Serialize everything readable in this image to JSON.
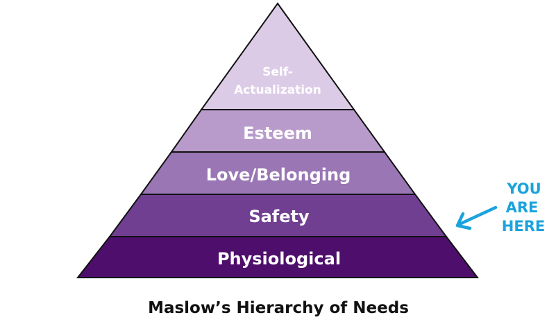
{
  "tiers": [
    {
      "lines": [
        "Self-",
        "Actualization"
      ],
      "color": "#dccbe6"
    },
    {
      "lines": [
        "Esteem"
      ],
      "color": "#b99bcb"
    },
    {
      "lines": [
        "Love/Belonging"
      ],
      "color": "#9a76b4"
    },
    {
      "lines": [
        "Safety"
      ],
      "color": "#713f92"
    },
    {
      "lines": [
        "Physiological"
      ],
      "color": "#4e0e6b"
    }
  ],
  "callout": {
    "lines": [
      "YOU",
      "ARE",
      "HERE"
    ],
    "color": "#1aa3dc",
    "points_to": "Safety"
  },
  "caption": "Maslow’s Hierarchy of Needs",
  "colors": {
    "outline": "#111111",
    "label": "#ffffff"
  }
}
